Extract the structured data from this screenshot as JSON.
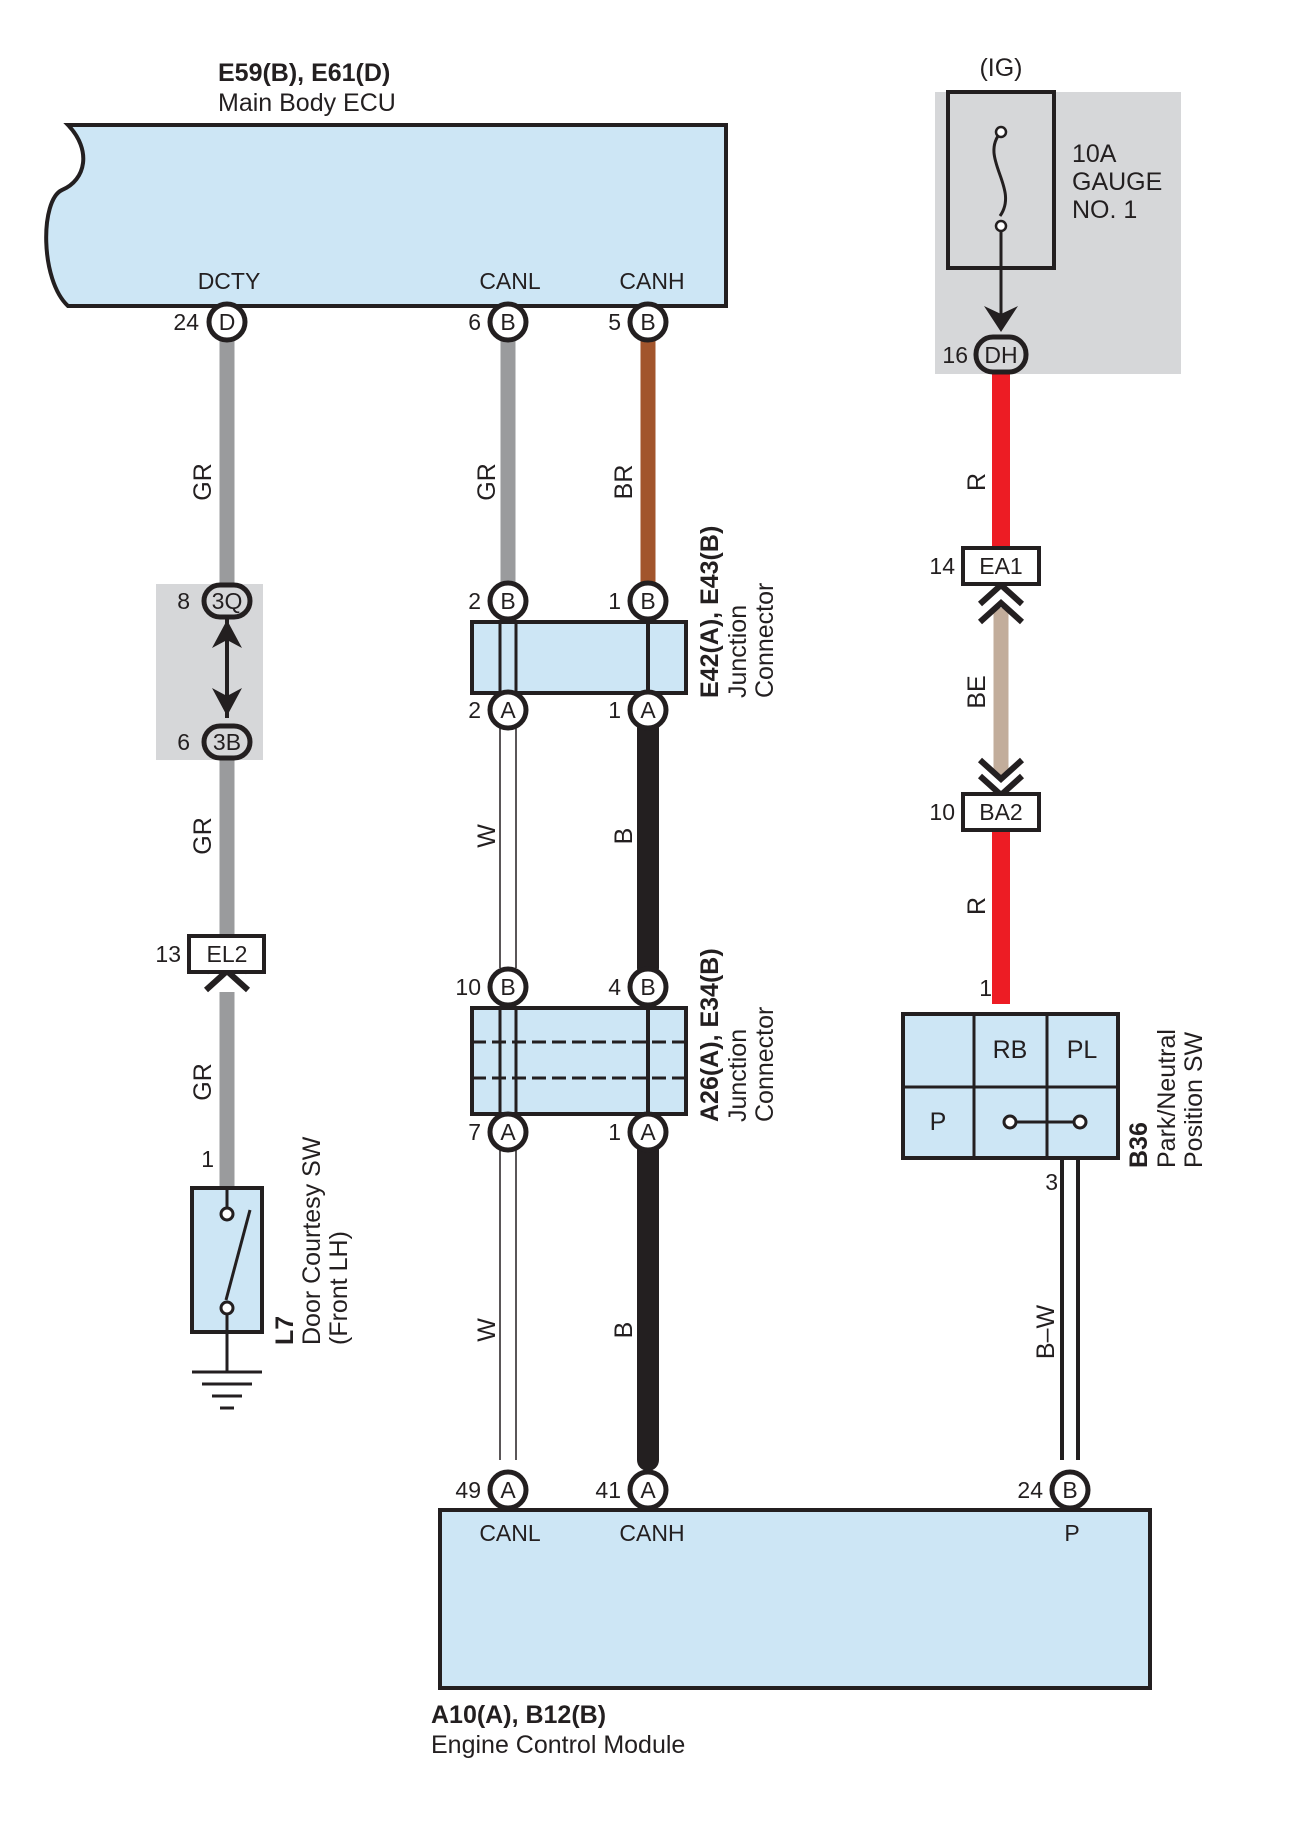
{
  "colors": {
    "component_fill": "#cde6f5",
    "highlight_box": "#d6d7d9",
    "wire_GR": "#9a9b9d",
    "wire_BR": "#a2552c",
    "wire_R": "#ed1c24",
    "wire_BE": "#c2ad9b",
    "wire_B": "#231f20",
    "wire_W": "#ffffff",
    "line": "#231f20"
  },
  "components": {
    "main_body_ecu": {
      "code": "E59(B), E61(D)",
      "name": "Main Body ECU"
    },
    "ecm": {
      "code": "A10(A), B12(B)",
      "name": "Engine Control Module"
    },
    "fuse": {
      "supply": "(IG)",
      "rating": "10A",
      "name_line1": "GAUGE",
      "name_line2": "NO. 1"
    },
    "jc1": {
      "code": "E42(A), E43(B)",
      "line1": "Junction",
      "line2": "Connector"
    },
    "jc2": {
      "code": "A26(A), E34(B)",
      "line1": "Junction",
      "line2": "Connector"
    },
    "door_sw": {
      "code": "L7",
      "line1": "Door Courtesy SW",
      "line2": "(Front LH)"
    },
    "pnp_sw": {
      "code": "B36",
      "line1": "Park/Neutral",
      "line2": "Position SW",
      "cells": {
        "rb": "RB",
        "pl": "PL",
        "p": "P"
      }
    }
  },
  "pins": {
    "ecu_dcty": {
      "label": "DCTY",
      "num": "24",
      "letter": "D"
    },
    "ecu_canl": {
      "label": "CANL",
      "num": "6",
      "letter": "B"
    },
    "ecu_canh": {
      "label": "CANH",
      "num": "5",
      "letter": "B"
    },
    "jc1_b2": {
      "num": "2",
      "letter": "B"
    },
    "jc1_b1": {
      "num": "1",
      "letter": "B"
    },
    "jc1_a2": {
      "num": "2",
      "letter": "A"
    },
    "jc1_a1": {
      "num": "1",
      "letter": "A"
    },
    "jc2_b10": {
      "num": "10",
      "letter": "B"
    },
    "jc2_b4": {
      "num": "4",
      "letter": "B"
    },
    "jc2_a7": {
      "num": "7",
      "letter": "A"
    },
    "jc2_a1": {
      "num": "1",
      "letter": "A"
    },
    "ecm_canl": {
      "label": "CANL",
      "num": "49",
      "letter": "A"
    },
    "ecm_canh": {
      "label": "CANH",
      "num": "41",
      "letter": "A"
    },
    "ecm_p": {
      "label": "P",
      "num": "24",
      "letter": "B"
    },
    "dh": {
      "num": "16",
      "letter": "DH"
    },
    "q3": {
      "num": "8",
      "letter": "3Q"
    },
    "b3": {
      "num": "6",
      "letter": "3B"
    },
    "door_sw_pin": {
      "num": "1"
    },
    "pnp_pin1": {
      "num": "1"
    },
    "pnp_pin3": {
      "num": "3"
    }
  },
  "connectors": {
    "el2": {
      "num": "13",
      "label": "EL2"
    },
    "ea1": {
      "num": "14",
      "label": "EA1"
    },
    "ba2": {
      "num": "10",
      "label": "BA2"
    }
  },
  "wires": {
    "dcty_upper": "GR",
    "dcty_mid": "GR",
    "dcty_lower": "GR",
    "canl_upper": "GR",
    "canh_upper": "BR",
    "canl_mid": "W",
    "canh_mid": "B",
    "canl_lower": "W",
    "canh_lower": "B",
    "ig_upper": "R",
    "ig_mid": "BE",
    "ig_lower": "R",
    "pnp_out": "B–W"
  }
}
